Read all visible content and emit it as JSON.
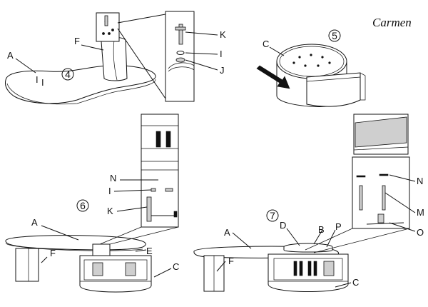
{
  "brand": "Carmen",
  "steps": {
    "s4": {
      "number": "4",
      "labels": {
        "A": "A",
        "F": "F",
        "I": "I",
        "K": "K",
        "I2": "I",
        "J": "J"
      }
    },
    "s5": {
      "number": "5",
      "labels": {
        "C": "C"
      }
    },
    "s6": {
      "number": "6",
      "labels": {
        "N": "N",
        "I": "I",
        "K": "K",
        "A": "A",
        "E": "E",
        "F": "F",
        "C": "C"
      }
    },
    "s7": {
      "number": "7",
      "labels": {
        "D": "D",
        "B": "B",
        "P": "P",
        "A": "A",
        "N": "N",
        "M": "M",
        "O": "O",
        "F": "F",
        "C": "C"
      }
    }
  },
  "icons": {
    "arrow": "push-arrow-icon",
    "step_badge": "circled-number-icon"
  },
  "colors": {
    "ink": "#111111",
    "paper": "#ffffff",
    "shade": "#cfcfcf"
  }
}
